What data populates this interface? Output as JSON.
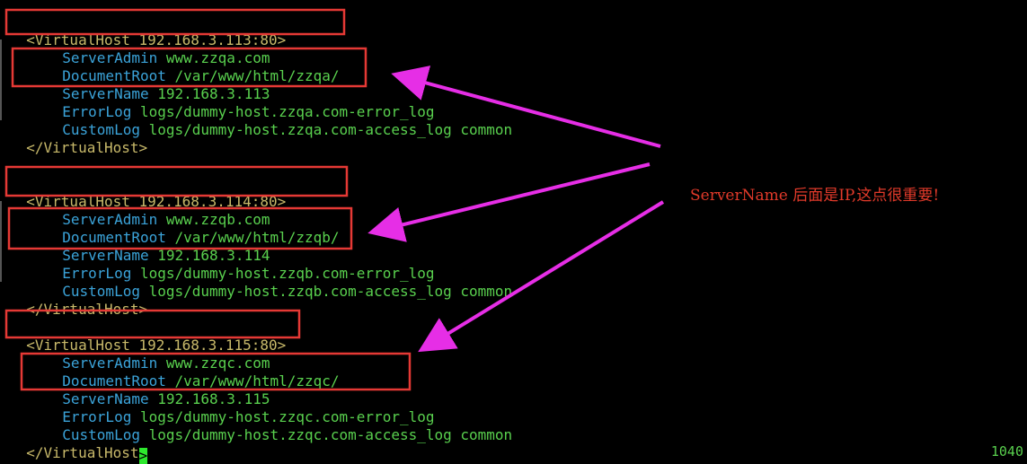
{
  "hosts": [
    {
      "open_tag": "<VirtualHost",
      "open_addr": "192.168.3.113:80",
      "open_end": ">",
      "admin_key": "ServerAdmin",
      "admin_val": "www.zzqa.com",
      "docroot_key": "DocumentRoot",
      "docroot_val": "/var/www/html/zzqa/",
      "name_key": "ServerName",
      "name_val": "192.168.3.113",
      "errlog_key": "ErrorLog",
      "errlog_val": "logs/dummy-host.zzqa.com-error_log",
      "custlog_key": "CustomLog",
      "custlog_val": "logs/dummy-host.zzqa.com-access_log common",
      "close_tag": "</VirtualHost>"
    },
    {
      "open_tag": "<VirtualHost",
      "open_addr": "192.168.3.114:80",
      "open_end": ">",
      "admin_key": "ServerAdmin",
      "admin_val": "www.zzqb.com",
      "docroot_key": "DocumentRoot",
      "docroot_val": "/var/www/html/zzqb/",
      "name_key": "ServerName",
      "name_val": "192.168.3.114",
      "errlog_key": "ErrorLog",
      "errlog_val": "logs/dummy-host.zzqb.com-error_log",
      "custlog_key": "CustomLog",
      "custlog_val": "logs/dummy-host.zzqb.com-access_log common",
      "close_tag": "</VirtualHost>"
    },
    {
      "open_tag": "<VirtualHost",
      "open_addr": "192.168.3.115:80",
      "open_end": ">",
      "admin_key": "ServerAdmin",
      "admin_val": "www.zzqc.com",
      "docroot_key": "DocumentRoot",
      "docroot_val": "/var/www/html/zzqc/",
      "name_key": "ServerName",
      "name_val": "192.168.3.115",
      "errlog_key": "ErrorLog",
      "errlog_val": "logs/dummy-host.zzqc.com-error_log",
      "custlog_key": "CustomLog",
      "custlog_val": "logs/dummy-host.zzqc.com-access_log common",
      "close_tag": "</VirtualHost"
    }
  ],
  "last_line_cursor_char": ">",
  "annotation": "ServerName 后面是IP,这点很重要!",
  "status_count": "1040",
  "colors": {
    "background": "#000000",
    "tag": "#c8b96a",
    "directive": "#3ba3d9",
    "value": "#59d04e",
    "highlight_box": "#e53935",
    "arrow": "#e62ee6",
    "annotation": "#e23a2a"
  }
}
